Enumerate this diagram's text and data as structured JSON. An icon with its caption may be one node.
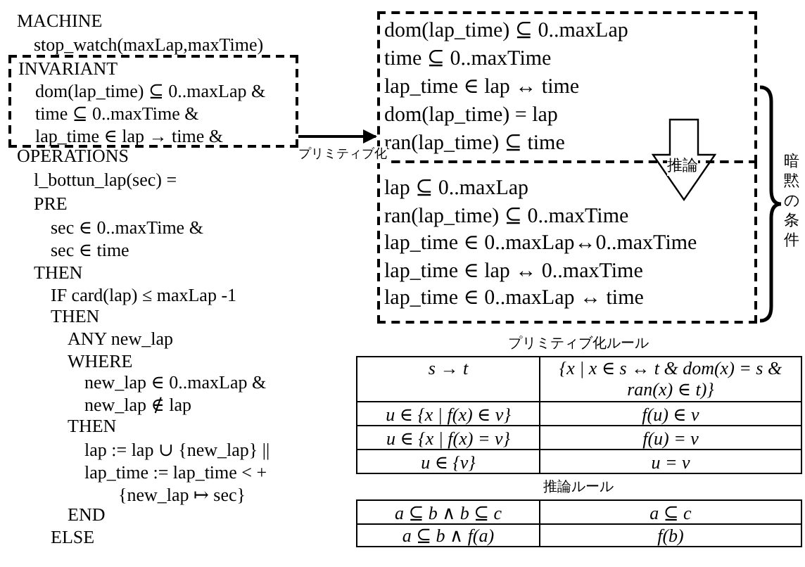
{
  "diagram": {
    "nodes": [
      {
        "text": [
          "INVARIANT",
          "dom(lap_time) ⊆ 0..maxLap &",
          "time ⊆ 0..maxTime &",
          "lap_time ∈ lap → time &"
        ]
      },
      {
        "text": [
          "dom(lap_time) ⊆ 0..maxLap",
          "time ⊆ 0..maxTime",
          "lap_time ∈ lap ↔ time",
          "dom(lap_time) = lap",
          "ran(lap_time) ⊆ time"
        ]
      },
      {
        "text": [
          "lap ⊆ 0..maxLap",
          "ran(lap_time) ⊆ 0..maxTime",
          "lap_time ∈ 0..maxLap↔0..maxTime",
          "lap_time ∈ lap ↔ 0..maxTime",
          "lap_time ∈ 0..maxLap ↔ time"
        ]
      }
    ],
    "edges": [
      {
        "from": 0,
        "to": 1,
        "arrow": "to",
        "label": "プリミティブ化"
      },
      {
        "from": 1,
        "to": 2,
        "arrow": "to",
        "label": "推論"
      }
    ],
    "labels": [
      "MACHINE",
      "stop_watch(maxLap,maxTime)",
      "OPERATIONS",
      "l_bottun_lap(sec) =",
      "PRE",
      "sec ∈ 0..maxTime &",
      "sec ∈ time",
      "THEN",
      "IF card(lap) ≤ maxLap -1",
      "THEN",
      "ANY new_lap",
      "WHERE",
      "new_lap ∈ 0..maxLap &",
      "new_lap ∉ lap",
      "THEN",
      "lap := lap ∪ {new_lap} ||",
      "lap_time := lap_time < +",
      "{new_lap ↦ sec}",
      "END",
      "ELSE",
      "暗黙の条件",
      "プリミティブ化ルール",
      "s → t",
      "{x | x ∈ s ↔ t & dom(x) = s & ran(x) ∈ t)}",
      "u ∈ {x | f(x) ∈ v}",
      "f(u) ∈ v",
      "u ∈ {x | f(x) = v}",
      "f(u) = v",
      "u ∈ {v}",
      "u = v",
      "推論ルール",
      "a ⊆ b ∧ b ⊆ c",
      "a ⊆ c",
      "a ⊆ b ∧ f(a)",
      "f(b)"
    ]
  }
}
